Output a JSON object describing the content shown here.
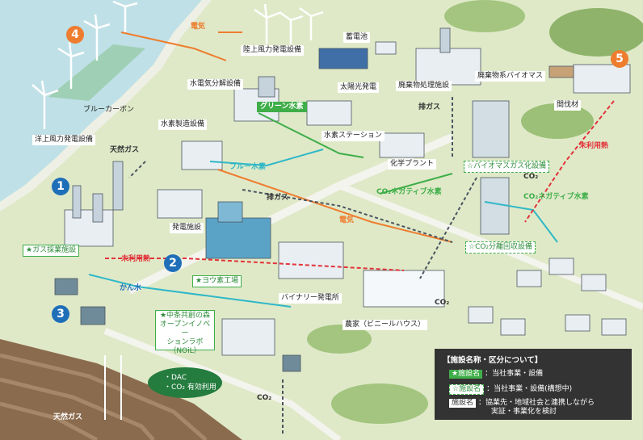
{
  "numbers": {
    "n1": "1",
    "n2": "2",
    "n3": "3",
    "n4": "4",
    "n5": "5"
  },
  "facilities": {
    "offshore_wind": "洋上風力発電設備",
    "onshore_wind": "陸上風力発電設備",
    "blue_carbon": "ブルーカーボン",
    "water_electrolysis": "水電気分解設備",
    "storage_battery": "蓄電池",
    "solar": "太陽光発電",
    "waste_treatment": "廃棄物処理施設",
    "waste_biomass": "廃棄物系バイオマス",
    "thinning_wood": "間伐材",
    "hydrogen_production": "水素製造設備",
    "hydrogen_station": "水素ステーション",
    "chemical_plant": "化学プラント",
    "power_plant": "発電施設",
    "binary_power": "バイナリー発電所",
    "farm": "農家（ビニールハウス）"
  },
  "green_boxes": {
    "gas_collection": "★ガス採業施設",
    "iodine_factory": "★ヨウ素工場",
    "noil_line1": "★中条共創の森",
    "noil_line2": "オープンイノベー",
    "noil_line3": "ションラボ",
    "noil_line4": "（NOiL）",
    "biomass_gasification": "☆バイオマスガス化設備",
    "co2_capture": "☆CO₂分離回収設備"
  },
  "flows": {
    "electricity_top": "電気",
    "electricity_mid": "電気",
    "green_hydrogen": "グリーン水素",
    "blue_hydrogen": "ブルー水素",
    "natural_gas_top": "天然ガス",
    "natural_gas_bottom": "天然ガス",
    "exhaust_gas_1": "排ガス",
    "exhaust_gas_2": "排ガス",
    "co2_negative_h2_1": "CO₂ネガティブ水素",
    "co2_negative_h2_2": "CO₂ネガティブ水素",
    "unused_heat_1": "未利用熱",
    "unused_heat_2": "未利用熱",
    "brine": "かん水",
    "co2_1": "CO₂",
    "co2_2": "CO₂",
    "co2_3": "CO₂"
  },
  "dac": {
    "line1": "・DAC",
    "line2": "・CO₂ 有効利用"
  },
  "legend": {
    "title": "【施設名称・区分について】",
    "tag1": "★施設名",
    "desc1": "：当社事業・設備",
    "tag2": "☆施設名",
    "desc2": "：当社事業・設備(構想中)",
    "tag3": "施設名",
    "desc3_line1": "：協業先・地域社会と連携しながら",
    "desc3_line2": "実証・事業化を検討"
  },
  "colors": {
    "sea": "#bfe0e6",
    "land": "#dfe9c8",
    "field": "#c9dca6",
    "green_accent": "#3fae49",
    "blue_accent": "#1f6fb8",
    "orange_accent": "#ee7d2f",
    "red_heat": "#e2333a",
    "cyan_flow": "#2fb7c7",
    "legend_bg": "#333333"
  }
}
